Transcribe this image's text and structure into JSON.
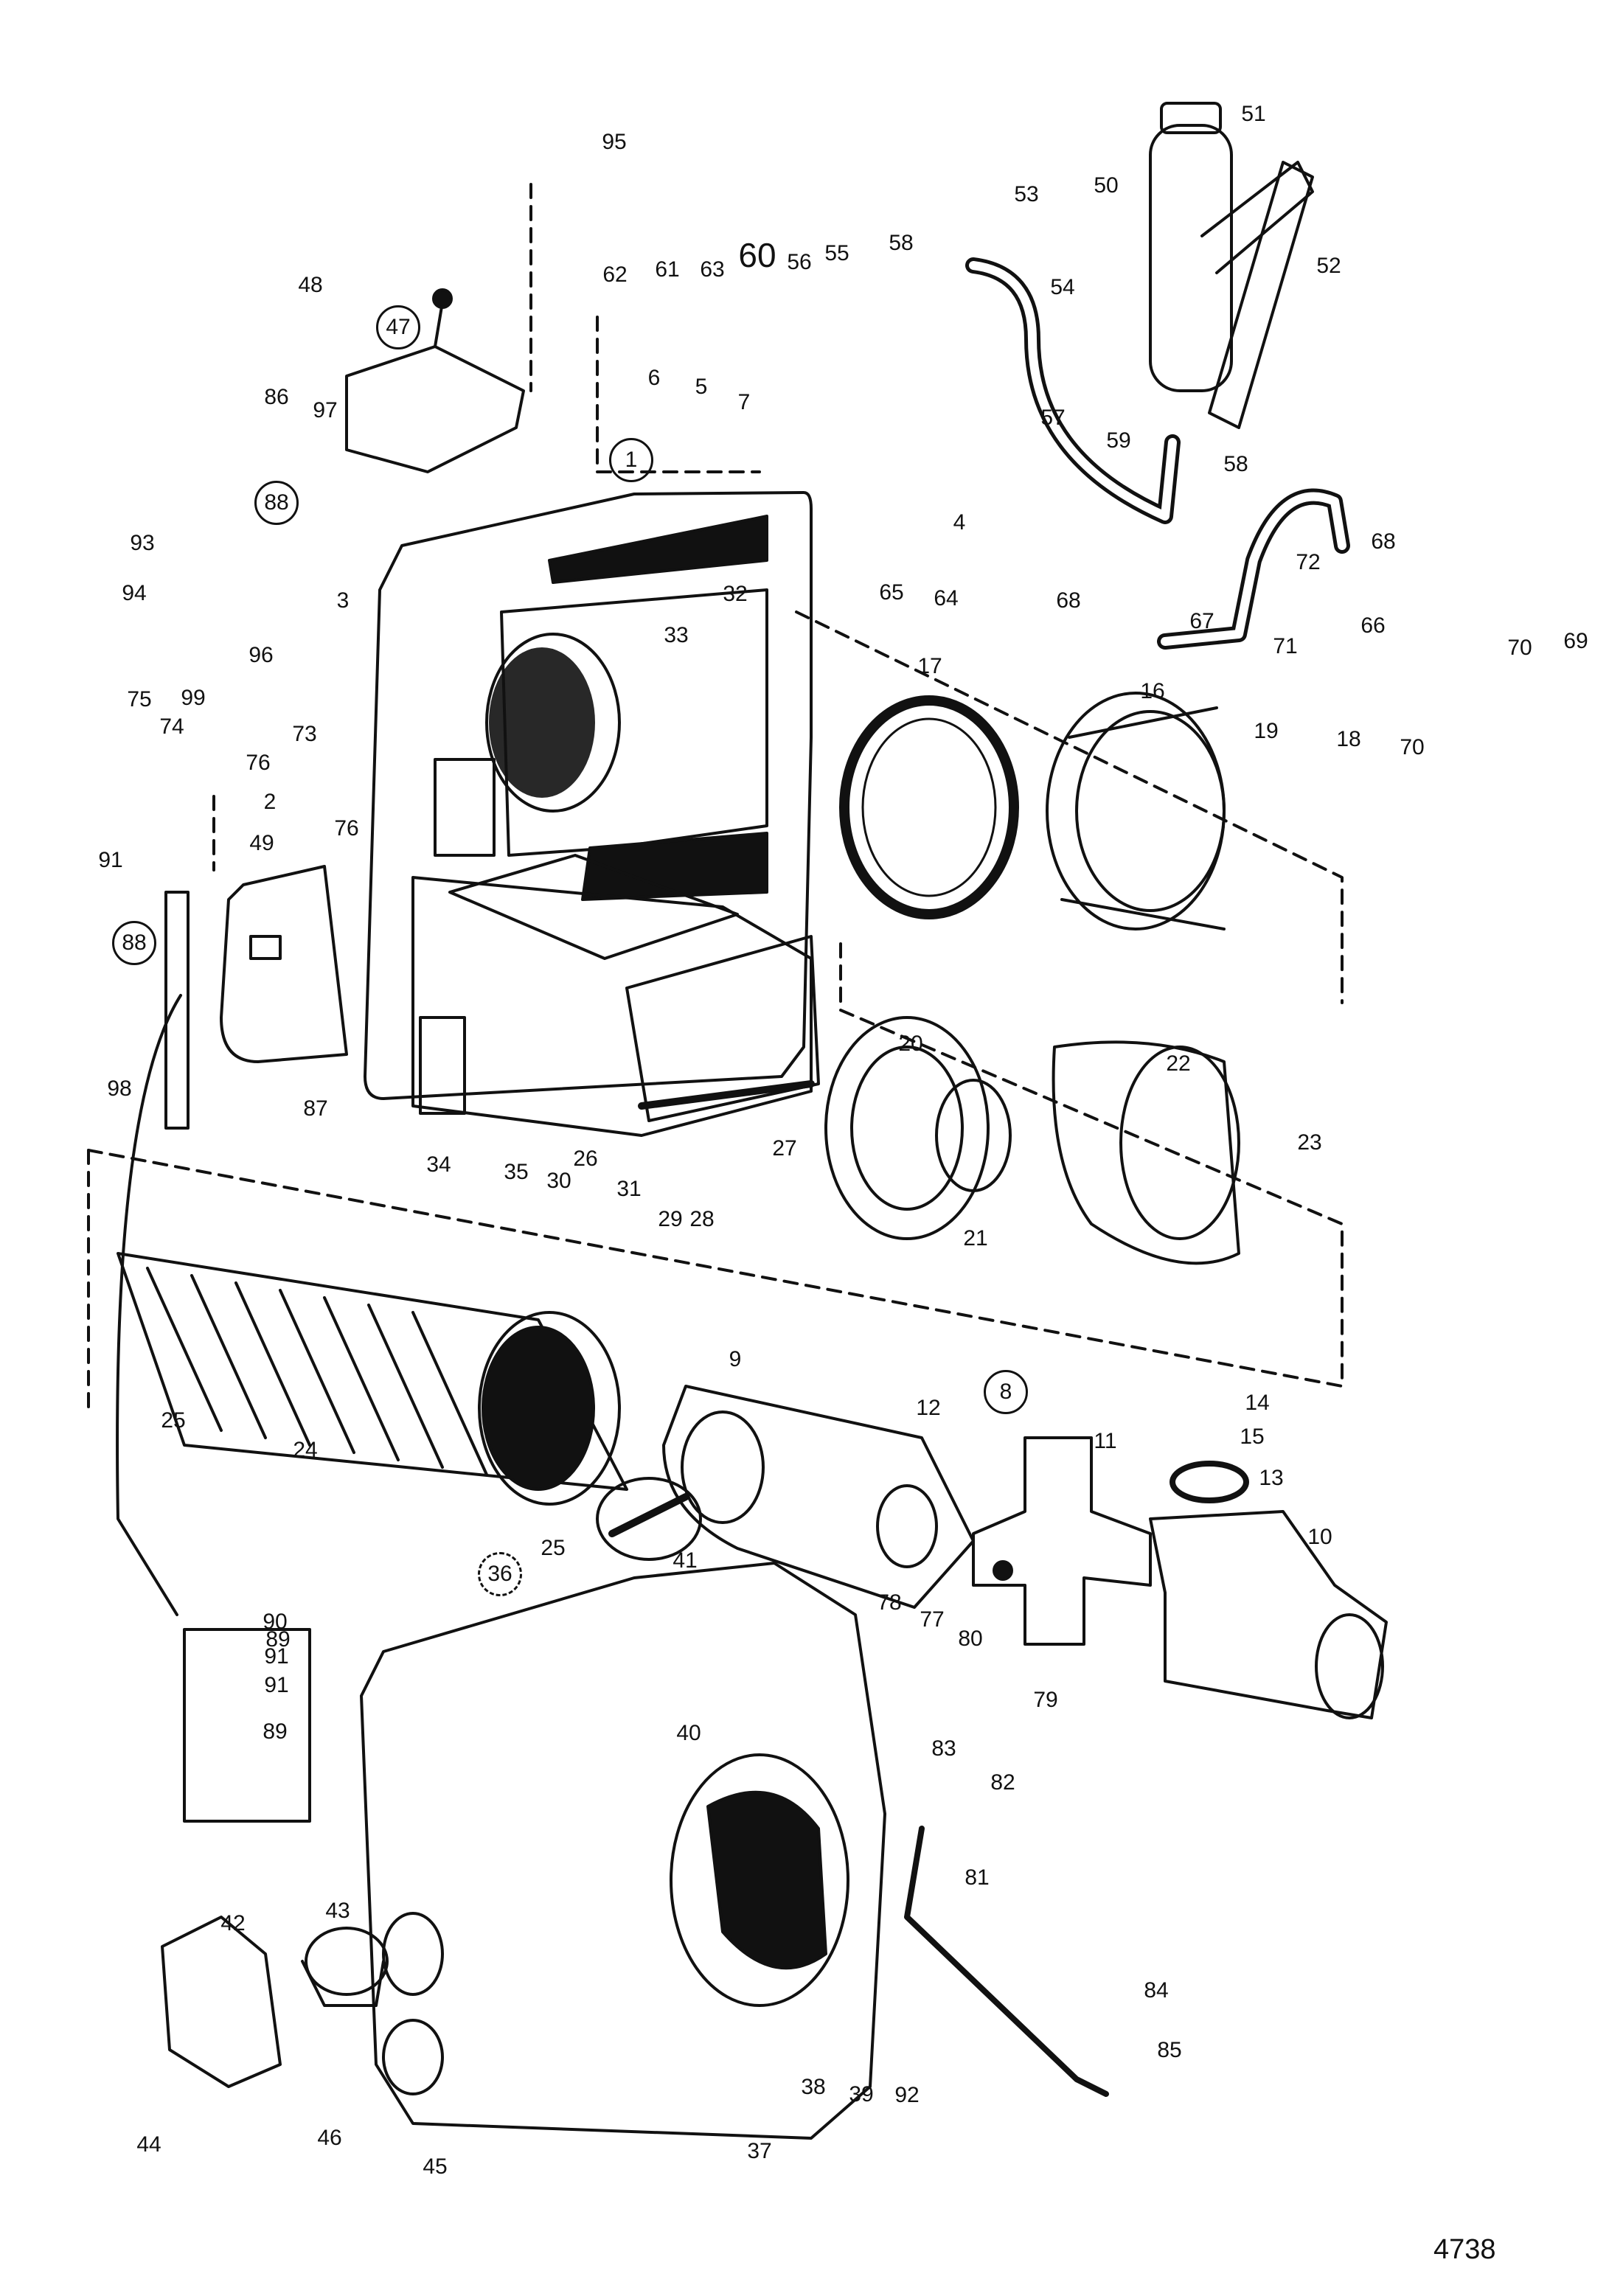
{
  "drawing_number": "4738",
  "parts": {
    "p1": "1",
    "p2": "2",
    "p3": "3",
    "p4": "4",
    "p5": "5",
    "p6": "6",
    "p7": "7",
    "p8": "8",
    "p9": "9",
    "p10": "10",
    "p11": "11",
    "p12": "12",
    "p13": "13",
    "p14": "14",
    "p15": "15",
    "p16": "16",
    "p17": "17",
    "p18": "18",
    "p19": "19",
    "p20": "20",
    "p21": "21",
    "p22": "22",
    "p23": "23",
    "p24": "24",
    "p25a": "25",
    "p25b": "25",
    "p26": "26",
    "p27": "27",
    "p28": "28",
    "p29": "29",
    "p30": "30",
    "p31": "31",
    "p32": "32",
    "p33": "33",
    "p34": "34",
    "p35": "35",
    "p36": "36",
    "p37": "37",
    "p38": "38",
    "p39": "39",
    "p40": "40",
    "p41": "41",
    "p42": "42",
    "p43": "43",
    "p44": "44",
    "p45": "45",
    "p46": "46",
    "p47": "47",
    "p48": "48",
    "p49": "49",
    "p50": "50",
    "p51": "51",
    "p52": "52",
    "p53": "53",
    "p54": "54",
    "p55": "55",
    "p56": "56",
    "p57": "57",
    "p58a": "58",
    "p58b": "58",
    "p59": "59",
    "p60": "60",
    "p61": "61",
    "p62": "62",
    "p63": "63",
    "p64": "64",
    "p65": "65",
    "p66": "66",
    "p67": "67",
    "p68a": "68",
    "p68b": "68",
    "p69": "69",
    "p70a": "70",
    "p70b": "70",
    "p71": "71",
    "p72": "72",
    "p73": "73",
    "p74": "74",
    "p75": "75",
    "p76a": "76",
    "p76b": "76",
    "p77": "77",
    "p78": "78",
    "p79": "79",
    "p80": "80",
    "p81": "81",
    "p82": "82",
    "p83": "83",
    "p84": "84",
    "p85": "85",
    "p86": "86",
    "p87": "87",
    "p88a": "88",
    "p88b": "88",
    "p89a": "89",
    "p89b": "89",
    "p90": "90",
    "p91a": "91",
    "p91b": "91",
    "p91c": "91",
    "p92": "92",
    "p93": "93",
    "p94": "94",
    "p95": "95",
    "p96": "96",
    "p97": "97",
    "p98": "98",
    "p99": "99"
  }
}
